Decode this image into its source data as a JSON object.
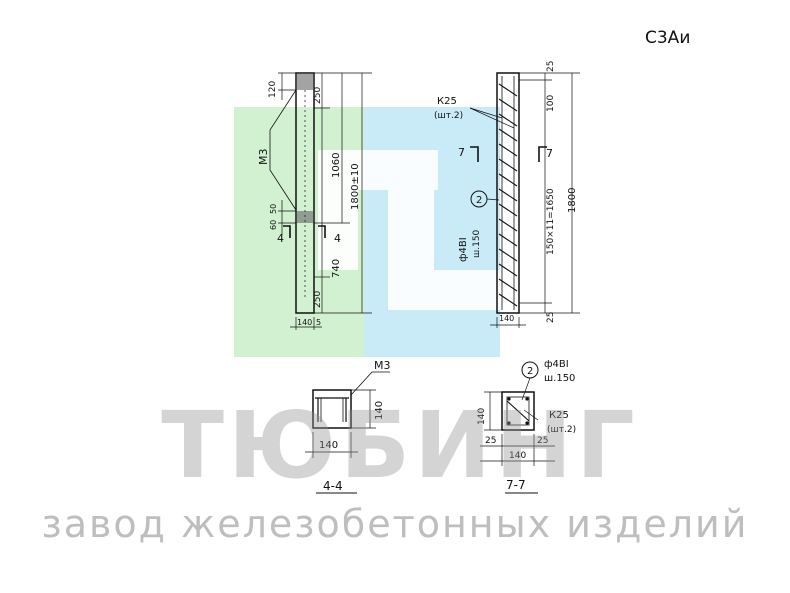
{
  "product_code": "С3Аи",
  "watermark": {
    "brand": "ТЮБИНГ",
    "subtitle": "завод железобетонных изделий",
    "colors": {
      "green": "#c9efc9",
      "blue": "#bfe8f7"
    }
  },
  "drawing": {
    "left_view": {
      "dims": [
        "120",
        "250",
        "1060",
        "1800±10",
        "50",
        "60",
        "740",
        "250",
        "140",
        "5"
      ],
      "embed_label": "М3",
      "section_mark": "4"
    },
    "right_view": {
      "frame_label": "К25",
      "frame_qty": "(шт.2)",
      "position": "2",
      "rebar": "ф4ВI",
      "step": "ш.150",
      "dims": [
        "25",
        "100",
        "150×11=1650",
        "1800",
        "25",
        "140"
      ],
      "section_mark": "7"
    },
    "section_4": {
      "label": "4-4",
      "embed_label": "М3",
      "dims": [
        "140",
        "140"
      ]
    },
    "section_7": {
      "label": "7-7",
      "position": "2",
      "rebar": "ф4ВI",
      "step": "ш.150",
      "frame_label": "К25",
      "frame_qty": "(шт.2)",
      "dims": [
        "140",
        "25",
        "140",
        "25"
      ]
    }
  }
}
